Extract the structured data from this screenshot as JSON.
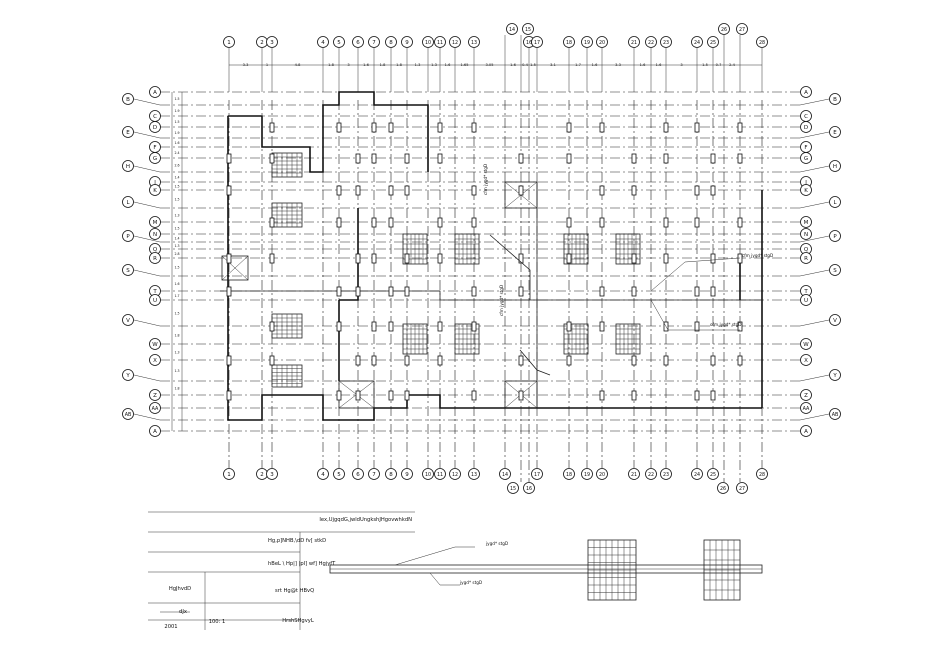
{
  "top_axes": [
    "1",
    "2",
    "3",
    "4",
    "5",
    "6",
    "7",
    "8",
    "9",
    "10",
    "11",
    "12",
    "13",
    "14",
    "15",
    "16",
    "17",
    "18",
    "19",
    "20",
    "21",
    "22",
    "23",
    "24",
    "25",
    "26",
    "27",
    "28"
  ],
  "top_dims": [
    "3.3",
    "1",
    "4.8",
    "1.8",
    "3",
    "1.6",
    "1.8",
    "1.8",
    "1.3",
    "1.3",
    "1.6",
    "1.65",
    "3.05",
    "1.6",
    "0.4",
    "1.5",
    "3.1",
    "1.7",
    "1.6",
    "3.3",
    "1.6",
    "1.6",
    "3",
    "1.5",
    "0.7",
    "2.4"
  ],
  "bottom_axes": [
    "1",
    "2",
    "3",
    "4",
    "5",
    "6",
    "7",
    "8",
    "9",
    "10",
    "11",
    "12",
    "13",
    "14",
    "15",
    "16",
    "17",
    "18",
    "19",
    "20",
    "21",
    "22",
    "23",
    "24",
    "25",
    "26",
    "27",
    "28"
  ],
  "row_labels_left": [
    "A",
    "B",
    "C",
    "D",
    "E",
    "F",
    "G",
    "H",
    "J",
    "K",
    "L",
    "M",
    "N",
    "P",
    "Q",
    "R",
    "S",
    "T",
    "U",
    "V",
    "W",
    "X",
    "Y",
    "Z",
    "AA",
    "AB"
  ],
  "row_dims": [
    "1.5",
    "1.9",
    "1.5",
    "1.9",
    "1.6",
    "2.4",
    "2.6",
    "1.4",
    "1.5",
    "1.5",
    "1.3",
    "1.5",
    "1.4",
    "1.3",
    "2.8",
    "1.5",
    "1.6",
    "1.7",
    "1.5",
    "1.8",
    "1.3",
    "1.3",
    "1.8"
  ],
  "annotations": [
    "cfm jygd* stgD",
    "cfm jygd* stgD",
    "cfm jygd* stgD",
    "ofm jygd* stgD",
    "cfm jygd* stgD",
    "cfm jygd* stgD"
  ],
  "legend": {
    "row1": "Iex,UjgqdG,jwldUngkshJHgovwhkdN",
    "row2": "Hg,p]NHB,\\dD  fv[  stkD",
    "row3": "hBeL  \\    Hp|]  |pI]  wf]  HgjyfT",
    "row4": "srt  Hg@t   HBvQ",
    "label_a": "HgJhvdD",
    "label_b": "dJx",
    "year": "2001",
    "scale": "100:  1",
    "sign": "HrshSHgvyL",
    "detail_top": "jygd* stgD",
    "detail_bottom": "jygd* stgD"
  }
}
